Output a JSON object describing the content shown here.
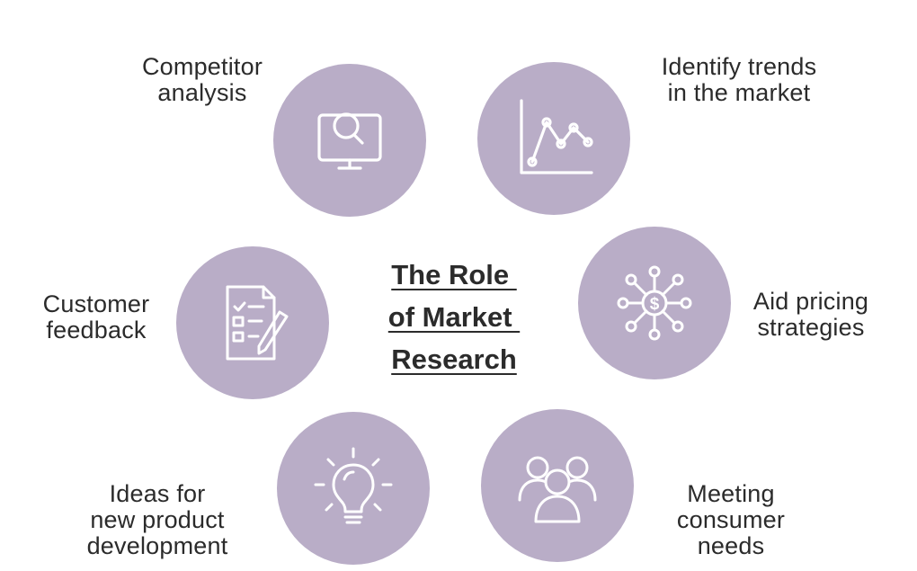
{
  "title": {
    "lines": [
      "The Role ",
      "of Market ",
      "Research"
    ]
  },
  "items": [
    {
      "key": "competitor",
      "icon": "monitor-search-icon",
      "lines": [
        "Competitor",
        "analysis"
      ]
    },
    {
      "key": "trends",
      "icon": "line-chart-icon",
      "lines": [
        "Identify trends",
        "in the market"
      ]
    },
    {
      "key": "feedback",
      "icon": "checklist-pen-icon",
      "lines": [
        "Customer",
        "feedback"
      ]
    },
    {
      "key": "pricing",
      "icon": "dollar-network-icon",
      "lines": [
        "Aid pricing",
        "strategies"
      ]
    },
    {
      "key": "ideas",
      "icon": "lightbulb-icon",
      "lines": [
        "Ideas for",
        "new product",
        "development"
      ]
    },
    {
      "key": "needs",
      "icon": "people-group-icon",
      "lines": [
        "Meeting",
        "consumer",
        "needs"
      ]
    }
  ],
  "colors": {
    "circle": "#b9adc7",
    "icon": "#ffffff",
    "text": "#2b2b2b"
  }
}
